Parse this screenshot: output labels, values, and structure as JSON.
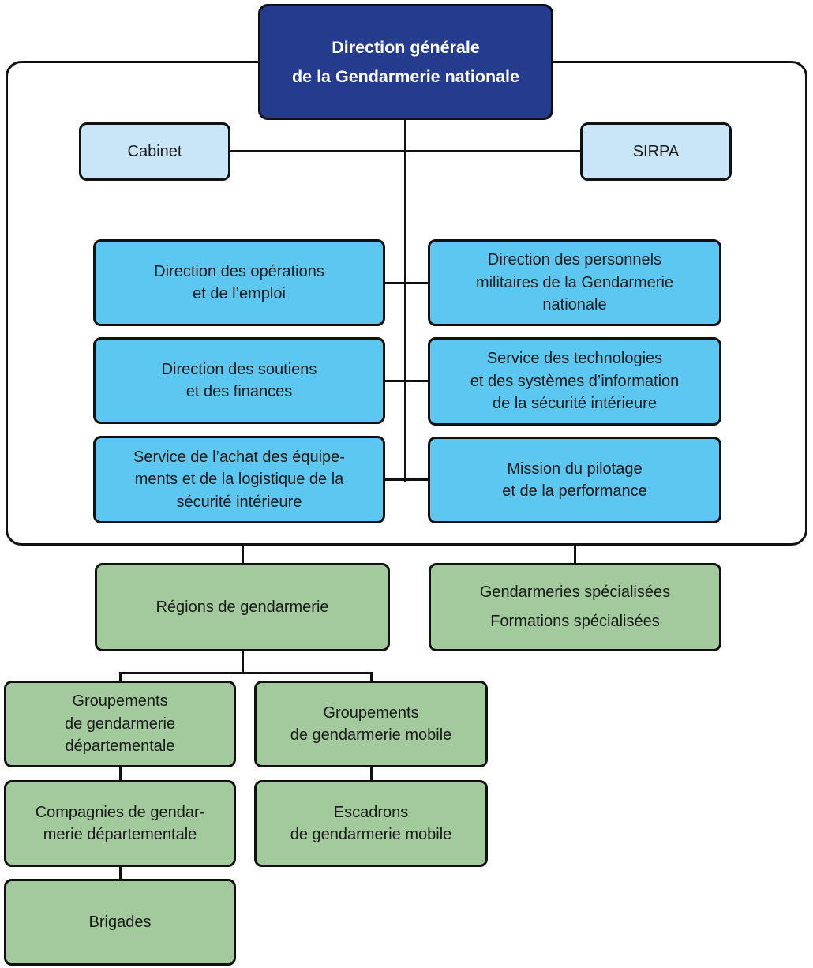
{
  "palette": {
    "root_fill": "#253B8D",
    "root_text": "#ffffff",
    "staff_fill": "#C8E6F8",
    "direction_fill": "#5CC7F0",
    "field_fill": "#A2CA9C",
    "line_color": "#111111",
    "text_color": "#1a1a1a"
  },
  "org": {
    "root": "Direction générale\nde la Gendarmerie nationale",
    "cabinet": "Cabinet",
    "sirpa": "SIRPA",
    "operations": "Direction des opérations\net de l’emploi",
    "personnels": "Direction des personnels\nmilitaires de la Gendarmerie\nnationale",
    "soutiens": "Direction des soutiens\net des finances",
    "technologies": "Service des technologies\net des systèmes d’information\nde la sécurité intérieure",
    "achat": "Service de l’achat des équipe-\nments et de la logistique de la\nsécurité intérieure",
    "pilotage": "Mission du pilotage\net de la performance",
    "regions": "Régions de gendarmerie",
    "specialisees": "Gendarmeries spécialisées\nFormations spécialisées",
    "groupements_departementale": "Groupements\nde gendarmerie\ndépartementale",
    "groupements_mobile": "Groupements\nde gendarmerie mobile",
    "compagnies": "Compagnies de gendar-\nmerie départementale",
    "escadrons": "Escadrons\nde gendarmerie mobile",
    "brigades": "Brigades"
  }
}
